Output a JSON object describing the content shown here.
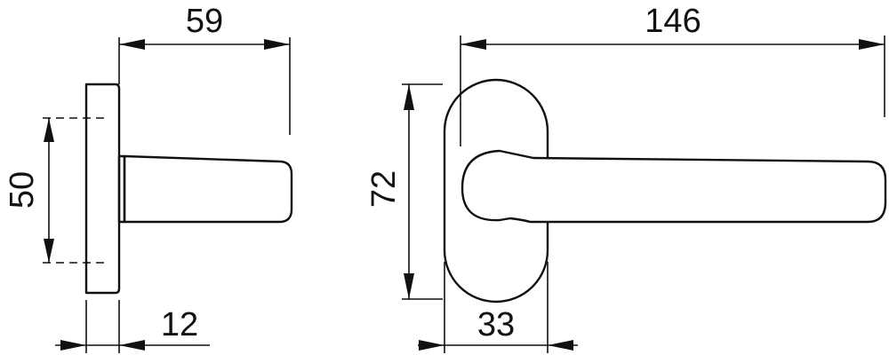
{
  "dimensions": {
    "side_height": "50",
    "side_depth": "59",
    "side_rose_thickness": "12",
    "front_height": "72",
    "front_length": "146",
    "front_rose_width": "33"
  }
}
